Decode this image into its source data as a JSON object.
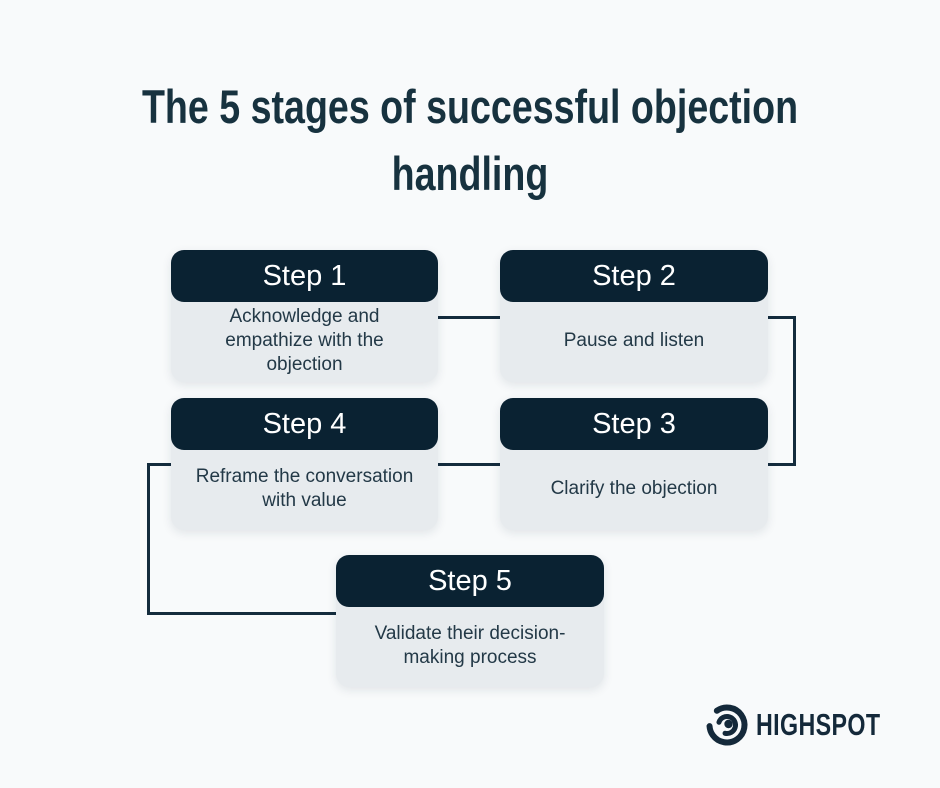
{
  "page": {
    "background": "#f8fafb"
  },
  "title": {
    "text": "The 5 stages of successful objection handling",
    "lines": [
      "The 5 stages of successful objection",
      "handling"
    ],
    "color": "#17323f"
  },
  "colors": {
    "step_header_bg": "#0a2232",
    "step_header_text": "#ffffff",
    "step_body_bg": "#e7ebee",
    "step_body_text": "#233947",
    "connector": "#142c3d",
    "logo": "#14293a"
  },
  "steps": [
    {
      "label": "Step 1",
      "description": "Acknowledge and empathize with the objection"
    },
    {
      "label": "Step 2",
      "description": "Pause and listen"
    },
    {
      "label": "Step 3",
      "description": "Clarify the objection"
    },
    {
      "label": "Step 4",
      "description": "Reframe the conversation with value"
    },
    {
      "label": "Step 5",
      "description": "Validate their decision-making process"
    }
  ],
  "flow_order": [
    "Step 1",
    "Step 2",
    "Step 3",
    "Step 4",
    "Step 5"
  ],
  "logo": {
    "brand": "HIGHSPOT",
    "icon": "highspot-spot-icon"
  }
}
